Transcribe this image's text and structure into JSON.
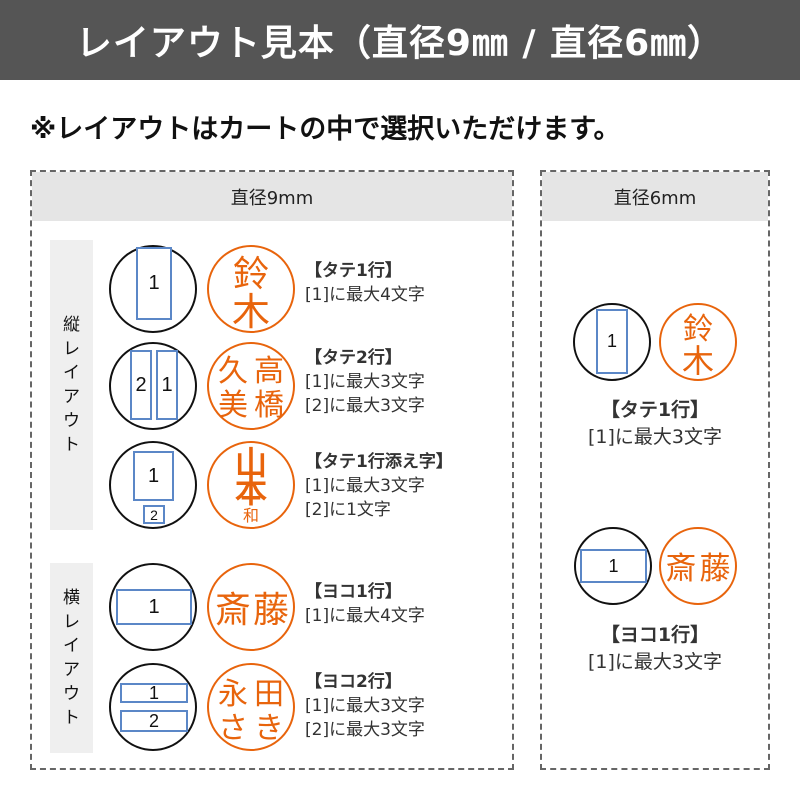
{
  "header": {
    "title": "レイアウト見本（直径9㎜ / 直径6㎜）"
  },
  "notice": "※レイアウトはカートの中で選択いただけます。",
  "colors": {
    "title_bg": "#555555",
    "panel_head_bg": "#e5e5e5",
    "side_label_bg": "#efefef",
    "stamp_orange": "#e8640c",
    "slot_blue": "#5b87c7",
    "dashed_border": "#666666"
  },
  "panel_9mm": {
    "heading": "直径9mm",
    "groups": {
      "vertical": {
        "label_chars": [
          "縦",
          "レ",
          "イ",
          "ア",
          "ウ",
          "ト"
        ]
      },
      "horizontal": {
        "label_chars": [
          "横",
          "レ",
          "イ",
          "ア",
          "ウ",
          "ト"
        ]
      }
    },
    "rows": [
      {
        "slots": [
          "1"
        ],
        "stamp_chars": [
          "鈴",
          "木"
        ],
        "heading": "【タテ1行】",
        "lines": [
          "[1]に最大4文字"
        ]
      },
      {
        "slots": [
          "2",
          "1"
        ],
        "stamp_chars": [
          "高",
          "橋",
          "久",
          "美"
        ],
        "heading": "【タテ2行】",
        "lines": [
          "[1]に最大3文字",
          "[2]に最大3文字"
        ]
      },
      {
        "slots": [
          "1",
          "2"
        ],
        "stamp_chars": [
          "山",
          "本",
          "和"
        ],
        "heading": "【タテ1行添え字】",
        "lines": [
          "[1]に最大3文字",
          "[2]に1文字"
        ]
      },
      {
        "slots": [
          "1"
        ],
        "stamp_chars": [
          "斎",
          "藤"
        ],
        "heading": "【ヨコ1行】",
        "lines": [
          "[1]に最大4文字"
        ]
      },
      {
        "slots": [
          "1",
          "2"
        ],
        "stamp_chars": [
          "永",
          "田",
          "さ",
          "き"
        ],
        "heading": "【ヨコ2行】",
        "lines": [
          "[1]に最大3文字",
          "[2]に最大3文字"
        ]
      }
    ]
  },
  "panel_6mm": {
    "heading": "直径6mm",
    "rows": [
      {
        "slots": [
          "1"
        ],
        "stamp_chars": [
          "鈴",
          "木"
        ],
        "heading": "【タテ1行】",
        "lines": [
          "[1]に最大3文字"
        ]
      },
      {
        "slots": [
          "1"
        ],
        "stamp_chars": [
          "斎",
          "藤"
        ],
        "heading": "【ヨコ1行】",
        "lines": [
          "[1]に最大3文字"
        ]
      }
    ]
  }
}
